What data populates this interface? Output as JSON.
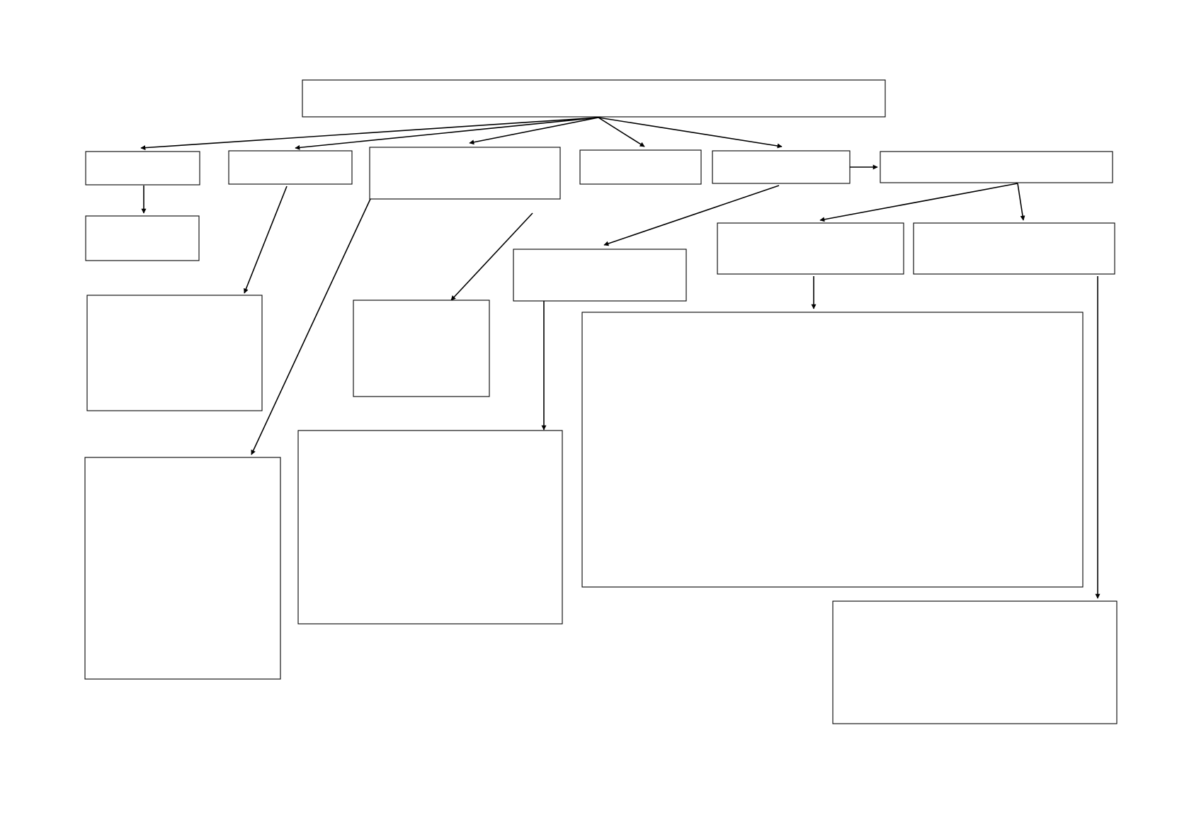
{
  "diagram": {
    "type": "flowchart",
    "colors": {
      "background": "#ffffff",
      "stroke": "#000000"
    },
    "nodes": [
      {
        "id": "root",
        "label": ""
      },
      {
        "id": "n1",
        "label": ""
      },
      {
        "id": "n2",
        "label": ""
      },
      {
        "id": "n3",
        "label": ""
      },
      {
        "id": "n4",
        "label": ""
      },
      {
        "id": "n5",
        "label": ""
      },
      {
        "id": "n6",
        "label": ""
      },
      {
        "id": "n1a",
        "label": ""
      },
      {
        "id": "n2a",
        "label": ""
      },
      {
        "id": "n3a",
        "label": ""
      },
      {
        "id": "n3b",
        "label": ""
      },
      {
        "id": "n5a",
        "label": ""
      },
      {
        "id": "n5b",
        "label": ""
      },
      {
        "id": "n6a",
        "label": ""
      },
      {
        "id": "n6b",
        "label": ""
      },
      {
        "id": "n6c",
        "label": ""
      },
      {
        "id": "n6d",
        "label": ""
      }
    ],
    "edges": [
      {
        "from": "root",
        "to": "n1"
      },
      {
        "from": "root",
        "to": "n2"
      },
      {
        "from": "root",
        "to": "n3"
      },
      {
        "from": "root",
        "to": "n4"
      },
      {
        "from": "root",
        "to": "n5"
      },
      {
        "from": "n5",
        "to": "n6"
      },
      {
        "from": "n1",
        "to": "n1a"
      },
      {
        "from": "n2",
        "to": "n2a"
      },
      {
        "from": "n3",
        "to": "n3a"
      },
      {
        "from": "n3",
        "to": "n3b"
      },
      {
        "from": "n5",
        "to": "n5a"
      },
      {
        "from": "n5a",
        "to": "n5b"
      },
      {
        "from": "n6",
        "to": "n6a"
      },
      {
        "from": "n6",
        "to": "n6b"
      },
      {
        "from": "n6a",
        "to": "n6c"
      },
      {
        "from": "n6b",
        "to": "n6d"
      }
    ]
  }
}
